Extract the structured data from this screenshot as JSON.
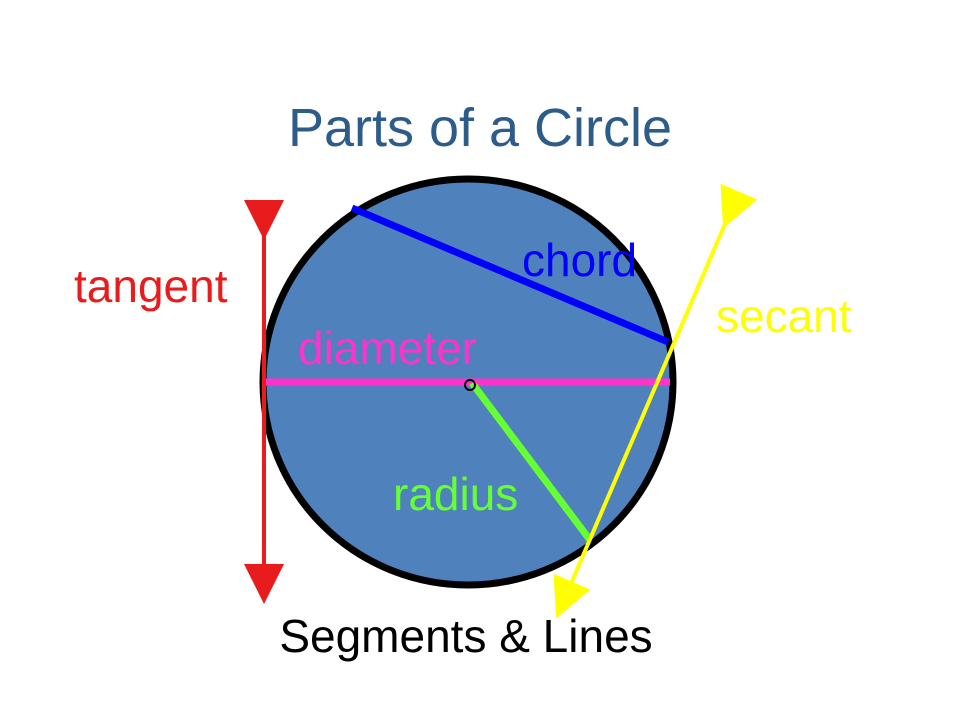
{
  "title": "Parts of a Circle",
  "subtitle": "Segments & Lines",
  "terms": {
    "tangent": "tangent",
    "chord": "chord",
    "secant": "secant",
    "diameter": "diameter",
    "radius": "radius"
  },
  "colors": {
    "title": "#2e5c8a",
    "subtitle": "#000000",
    "circle_fill": "#4f81bd",
    "circle_stroke": "#000000",
    "tangent": "#e81c1c",
    "chord": "#0000ff",
    "secant": "#ffff00",
    "diameter": "#ff33cc",
    "radius": "#66ff33"
  }
}
